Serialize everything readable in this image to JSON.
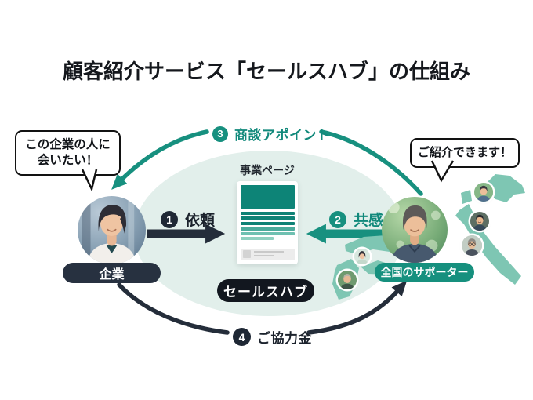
{
  "title": "顧客紹介サービス「セールスハブ」の仕組み",
  "bubbles": {
    "left_line1": "この企業の人に",
    "left_line2": "会いたい！",
    "right_text": "ご紹介できます！"
  },
  "steps": [
    {
      "num": "1",
      "label": "依頼"
    },
    {
      "num": "2",
      "label": "共感"
    },
    {
      "num": "3",
      "label": "商談アポイント"
    },
    {
      "num": "4",
      "label": "ご協力金"
    }
  ],
  "entities": {
    "company_label": "企業",
    "supporters_label": "全国のサポーター",
    "business_page_label": "事業ページ",
    "service_name": "セールスハブ"
  },
  "icons": {
    "company_photo": "businesswoman-portrait",
    "supporter_photo": "businessman-portrait",
    "supporter_minis": [
      "woman-face",
      "senior-man-face",
      "man-face",
      "laughing-man-face",
      "glasses-man-face"
    ],
    "map": "japan-map"
  },
  "colors": {
    "teal_main": "#17907f",
    "teal_dark": "#0d8477",
    "ellipse_bg": "#e2efeb",
    "dark_navy": "#273140",
    "near_black": "#12171f",
    "map_teal": "#7ec6b3"
  }
}
